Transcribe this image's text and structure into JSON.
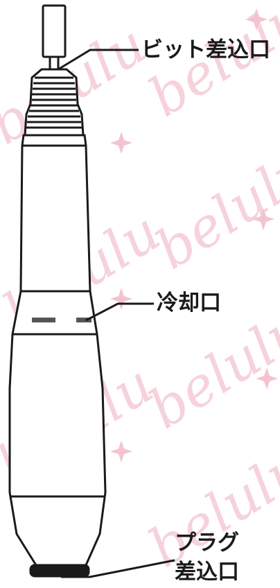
{
  "watermark": {
    "text": "belulu",
    "color": "#f3c4cf"
  },
  "labels": {
    "bit_port": "ビット差込口",
    "cooling_port": "冷却口",
    "plug_port_line1": "プラグ",
    "plug_port_line2": "差込口"
  },
  "colors": {
    "outline": "#1a1a1a",
    "body": "#ffffff",
    "vent": "#555555"
  }
}
